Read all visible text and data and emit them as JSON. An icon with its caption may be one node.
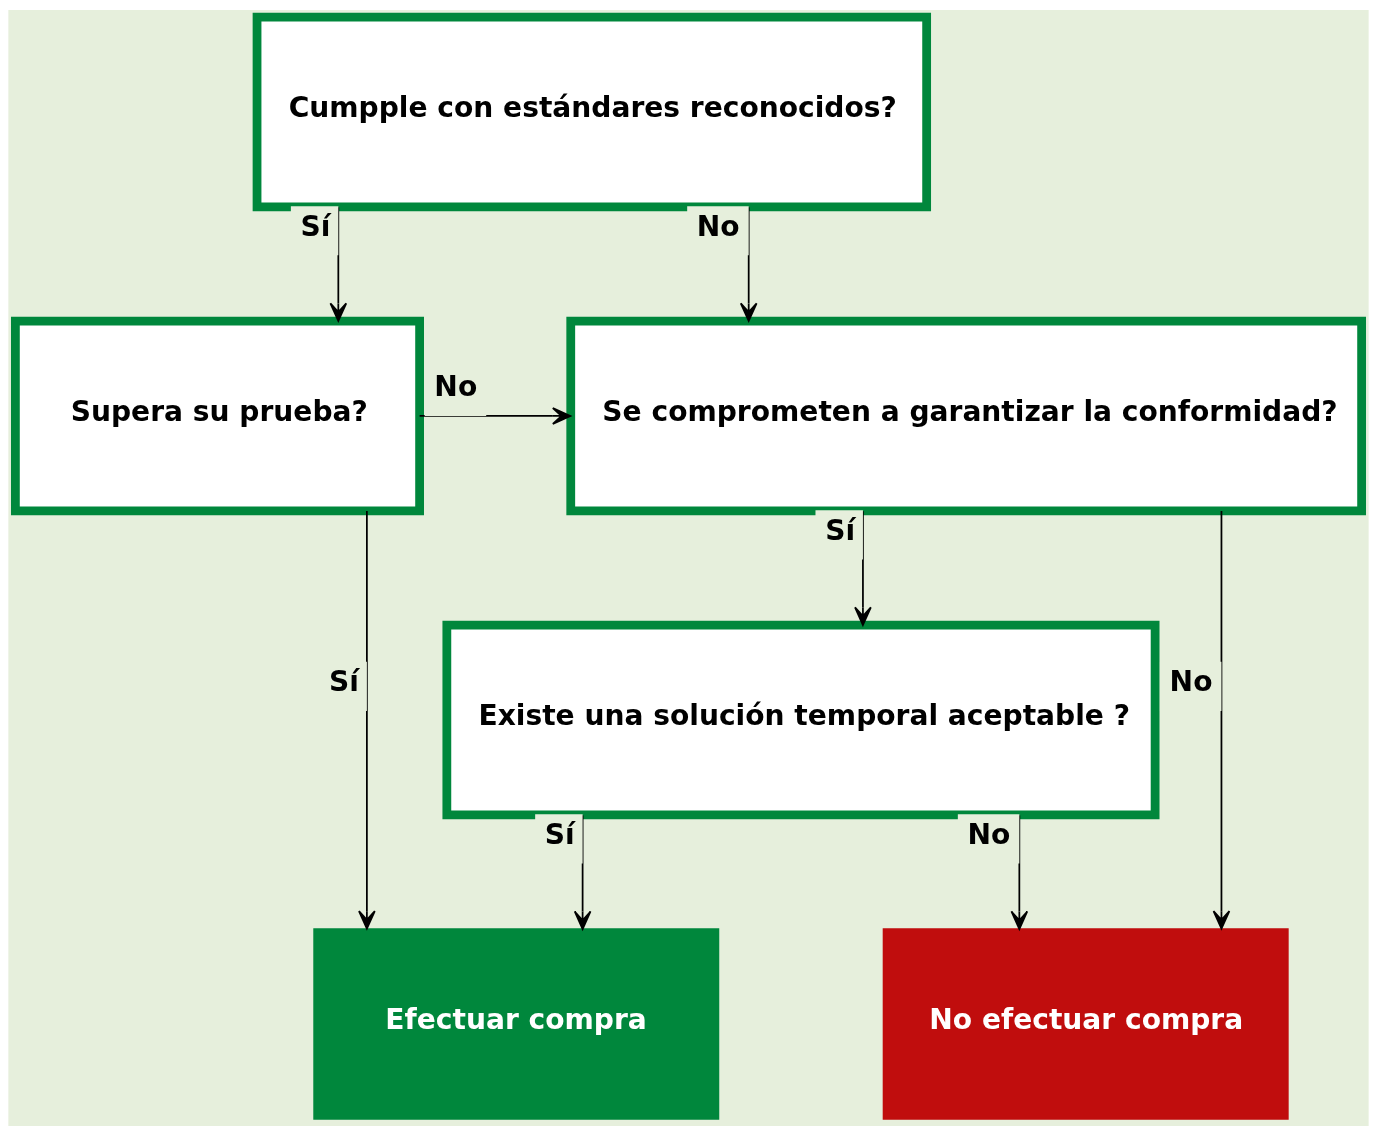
{
  "diagram": {
    "nodes": [
      {
        "text": [
          "Cumpple con estándares reconocidos?"
        ]
      },
      {
        "text": [
          "Supera su prueba?"
        ]
      },
      {
        "text": [
          "Se comprometen a garantizar la conformidad?"
        ]
      },
      {
        "text": [
          "Existe una solución temporal aceptable ?"
        ]
      },
      {
        "text": [
          "Efectuar compra"
        ]
      },
      {
        "text": [
          "No efectuar compra"
        ]
      }
    ],
    "edges": [
      {
        "from": 0,
        "to": 1,
        "arrow": "to",
        "label": "Sí"
      },
      {
        "from": 0,
        "to": 2,
        "arrow": "to",
        "label": "No"
      },
      {
        "from": 1,
        "to": 2,
        "arrow": "to",
        "label": "No"
      },
      {
        "from": 1,
        "to": 4,
        "arrow": "to",
        "label": "Sí"
      },
      {
        "from": 2,
        "to": 3,
        "arrow": "to",
        "label": "Sí"
      },
      {
        "from": 2,
        "to": 5,
        "arrow": "to",
        "label": "No"
      },
      {
        "from": 3,
        "to": 4,
        "arrow": "to",
        "label": "Sí"
      },
      {
        "from": 3,
        "to": 5,
        "arrow": "to",
        "label": "No"
      }
    ]
  }
}
